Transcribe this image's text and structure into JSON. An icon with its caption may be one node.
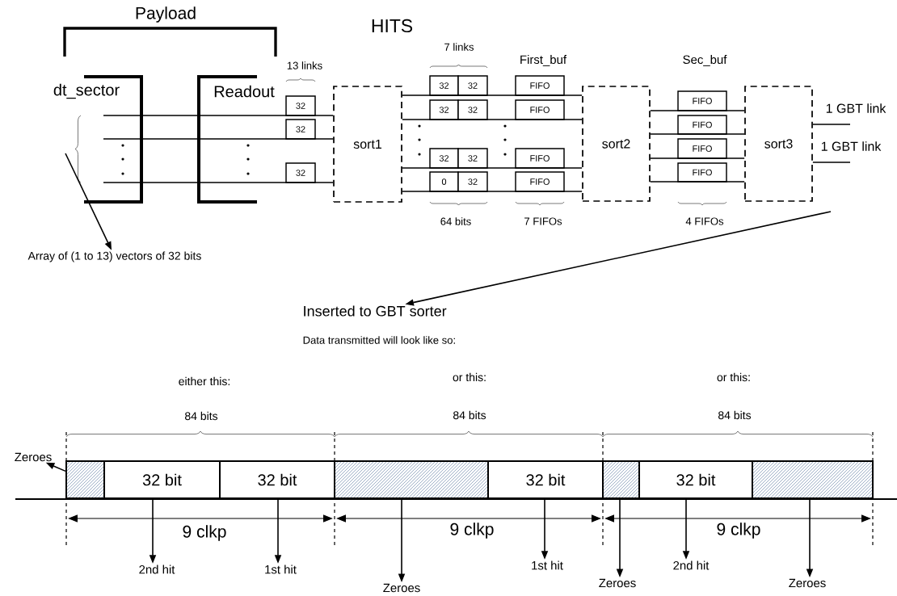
{
  "diagram": {
    "title": "HITS",
    "nodes": [
      {
        "text": [
          "dt_sector"
        ]
      },
      {
        "text": [
          "Readout"
        ]
      },
      {
        "text": [
          "32"
        ]
      },
      {
        "text": [
          "32"
        ]
      },
      {
        "text": [
          "32"
        ]
      },
      {
        "text": [
          "sort1"
        ]
      },
      {
        "text": [
          "32"
        ]
      },
      {
        "text": [
          "32"
        ]
      },
      {
        "text": [
          "32"
        ]
      },
      {
        "text": [
          "32"
        ]
      },
      {
        "text": [
          "32"
        ]
      },
      {
        "text": [
          "32"
        ]
      },
      {
        "text": [
          "0"
        ]
      },
      {
        "text": [
          "32"
        ]
      },
      {
        "text": [
          "FIFO"
        ]
      },
      {
        "text": [
          "FIFO"
        ]
      },
      {
        "text": [
          "FIFO"
        ]
      },
      {
        "text": [
          "FIFO"
        ]
      },
      {
        "text": [
          "sort2"
        ]
      },
      {
        "text": [
          "FIFO"
        ]
      },
      {
        "text": [
          "FIFO"
        ]
      },
      {
        "text": [
          "FIFO"
        ]
      },
      {
        "text": [
          "FIFO"
        ]
      },
      {
        "text": [
          "sort3"
        ]
      },
      {
        "text": [
          "Array of (1 to 13) vectors of 32 bits"
        ]
      },
      {
        "text": [
          "Inserted to GBT sorter"
        ]
      },
      {
        "text": [],
        "shape": "box"
      },
      {
        "text": [
          "32 bit"
        ]
      },
      {
        "text": [
          "32 bit"
        ]
      },
      {
        "text": [],
        "shape": "box"
      },
      {
        "text": [
          "32 bit"
        ]
      },
      {
        "text": [],
        "shape": "box"
      },
      {
        "text": [
          "32 bit"
        ]
      },
      {
        "text": [],
        "shape": "box"
      },
      {
        "text": [
          "Zeroes"
        ]
      },
      {
        "text": [
          "2nd hit"
        ]
      },
      {
        "text": [
          "1st hit"
        ]
      },
      {
        "text": [
          "Zeroes"
        ]
      },
      {
        "text": [
          "1st hit"
        ]
      },
      {
        "text": [
          "Zeroes"
        ]
      },
      {
        "text": [
          "2nd hit"
        ]
      },
      {
        "text": [
          "Zeroes"
        ]
      }
    ],
    "edges": [
      {
        "from": 0,
        "to": 1,
        "arrow": "none"
      },
      {
        "from": 0,
        "to": 1,
        "arrow": "none"
      },
      {
        "from": 0,
        "to": 1,
        "arrow": "none"
      },
      {
        "from": 1,
        "to": 5,
        "arrow": "none"
      },
      {
        "from": 1,
        "to": 5,
        "arrow": "none"
      },
      {
        "from": 1,
        "to": 5,
        "arrow": "none"
      },
      {
        "from": 5,
        "to": 18,
        "arrow": "none"
      },
      {
        "from": 5,
        "to": 18,
        "arrow": "none"
      },
      {
        "from": 5,
        "to": 18,
        "arrow": "none"
      },
      {
        "from": 5,
        "to": 18,
        "arrow": "none"
      },
      {
        "from": 18,
        "to": 23,
        "arrow": "none"
      },
      {
        "from": 18,
        "to": 23,
        "arrow": "none"
      },
      {
        "from": 18,
        "to": 23,
        "arrow": "none"
      },
      {
        "from": 18,
        "to": 23,
        "arrow": "none"
      },
      {
        "from": 23,
        "to": null,
        "arrow": "none",
        "label": "1 GBT link"
      },
      {
        "from": 23,
        "to": null,
        "arrow": "none",
        "label": "1 GBT link"
      },
      {
        "from": 0,
        "to": 24,
        "arrow": "to"
      },
      {
        "from": null,
        "to": 25,
        "arrow": "to"
      },
      {
        "from": 27,
        "to": 35,
        "arrow": "to"
      },
      {
        "from": 28,
        "to": 36,
        "arrow": "to"
      },
      {
        "from": 29,
        "to": 37,
        "arrow": "to"
      },
      {
        "from": 30,
        "to": 38,
        "arrow": "to"
      },
      {
        "from": 31,
        "to": 39,
        "arrow": "to"
      },
      {
        "from": 32,
        "to": 40,
        "arrow": "to"
      },
      {
        "from": 33,
        "to": 41,
        "arrow": "to"
      },
      {
        "from": 26,
        "to": 34,
        "arrow": "to"
      }
    ],
    "labels": [
      "Payload",
      "13 links",
      "7 links",
      "First_buf",
      "Sec_buf",
      "64 bits",
      "7 FIFOs",
      "4 FIFOs",
      "Data transmitted will look like so:",
      "either this:",
      "or this:",
      "or this:",
      "84 bits",
      "84 bits",
      "84 bits",
      "9 clkp",
      "9 clkp",
      "9 clkp"
    ]
  }
}
